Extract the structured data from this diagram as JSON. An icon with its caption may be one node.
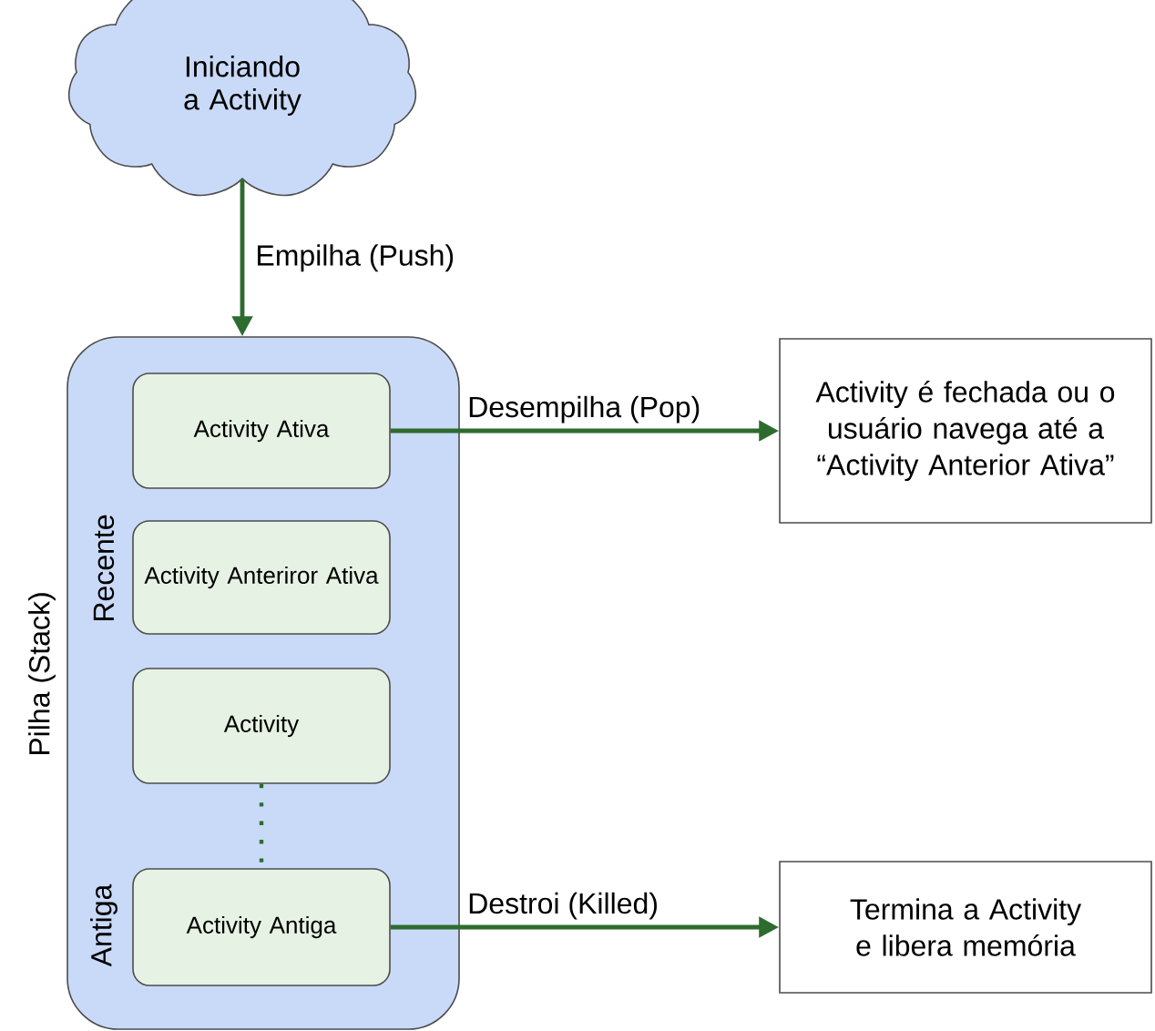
{
  "diagram": {
    "nodes": [
      {
        "text": [
          "Iniciando a Activity"
        ]
      },
      {
        "text": [
          "Pilha (Stack)"
        ]
      },
      {
        "text": [
          "Activity Ativa"
        ],
        "in": 1
      },
      {
        "text": [
          "Activity Anteriror Ativa"
        ],
        "in": 1
      },
      {
        "text": [
          "Activity"
        ],
        "in": 1
      },
      {
        "text": [
          "Activity Antiga"
        ],
        "in": 1
      },
      {
        "text": [
          "Activity é fechada ou o usuário navega até a “Activity Anterior Ativa”"
        ]
      },
      {
        "text": [
          "Termina a Activity e libera memória"
        ]
      }
    ],
    "edges": [
      {
        "from": 0,
        "to": 1,
        "arrow": "to",
        "label": "Empilha (Push)"
      },
      {
        "from": 2,
        "to": 6,
        "arrow": "to",
        "label": "Desempilha (Pop)"
      },
      {
        "from": 4,
        "to": 5,
        "arrow": "none",
        "style": "dashed"
      },
      {
        "from": 5,
        "to": 7,
        "arrow": "to",
        "label": "Destroi (Killed)"
      }
    ],
    "labels": [
      "Recente",
      "Antiga"
    ]
  }
}
